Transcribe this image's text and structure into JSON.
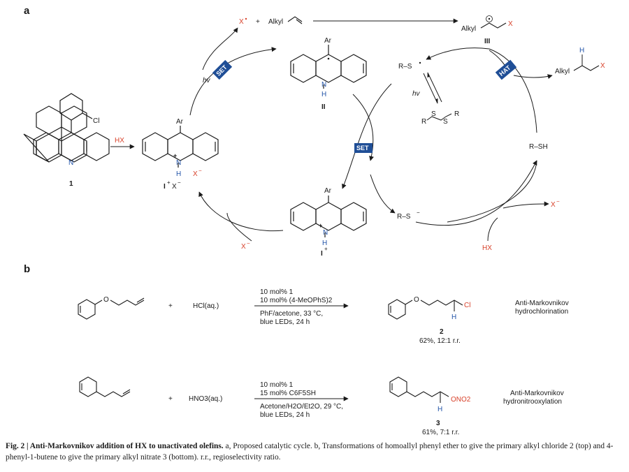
{
  "panel_a": {
    "letter": "a",
    "compound_1": "1",
    "reagent_hx_top": "HX",
    "i_label": "I",
    "i_sup": "+",
    "i_counter": "X",
    "x_minus_near_i": "X",
    "ar_labels": [
      "Ar",
      "Ar",
      "Ar"
    ],
    "h_label": "H",
    "n_label": "N",
    "cl_label": "Cl",
    "ii_label": "II",
    "iii_label": "III",
    "x_radical": "X",
    "plus_sign": "+",
    "alkyl_top": "Alkyl",
    "alkyl_iii": "Alkyl",
    "alkyl_product": "Alkyl",
    "x_iii": "X",
    "x_product": "X",
    "h_product": "H",
    "hv": "hv",
    "set_tag_left": "SET",
    "set_tag_mid": "SET",
    "hat_tag": "HAT",
    "thiyl_radical": "R–S",
    "disulfide_r": "R",
    "disulfide_s": "S",
    "thiol": "R–SH",
    "thiolate": "R–S",
    "x_minus_right": "X",
    "x_minus_bottom": "X",
    "hx_bottom": "HX",
    "i_plus_label": "I",
    "minus": "−"
  },
  "panel_b": {
    "letter": "b",
    "row1": {
      "reagent": "HCl(aq.)",
      "conditions_above": [
        "10 mol% 1",
        "10 mol% (4-MeOPhS)2"
      ],
      "conditions_below": [
        "PhF/acetone, 33 °C,",
        "blue LEDs, 24 h"
      ],
      "product_label": "2",
      "product_yield": "62%, 12:1 r.r.",
      "product_group": "Cl",
      "h_label": "H",
      "o_label": "O",
      "description": [
        "Anti-Markovnikov",
        "hydrochlorination"
      ]
    },
    "row2": {
      "reagent": "HNO3(aq.)",
      "conditions_above": [
        "10 mol% 1",
        "15 mol% C6F5SH"
      ],
      "conditions_below": [
        "Acetone/H2O/Et2O, 29 °C,",
        "blue LEDs, 24 h"
      ],
      "product_label": "3",
      "product_yield": "61%, 7:1 r.r.",
      "product_group": "ONO2",
      "h_label": "H",
      "description": [
        "Anti-Markovnikov",
        "hydronitrooxylation"
      ]
    },
    "plus_sign": "+"
  },
  "caption": {
    "head": "Fig. 2 | Anti-Markovnikov addition of HX to unactivated olefins.",
    "body": " a, Proposed catalytic cycle. b, Transformations of homoallyl phenyl ether to give the primary alkyl chloride 2 (top) and 4-phenyl-1-butene to give the primary alkyl nitrate 3 (bottom). r.r., regioselectivity ratio."
  },
  "colors": {
    "accent_red": "#d8412a",
    "tag_blue": "#1f4e96",
    "hetero_blue": "#2354a8"
  }
}
